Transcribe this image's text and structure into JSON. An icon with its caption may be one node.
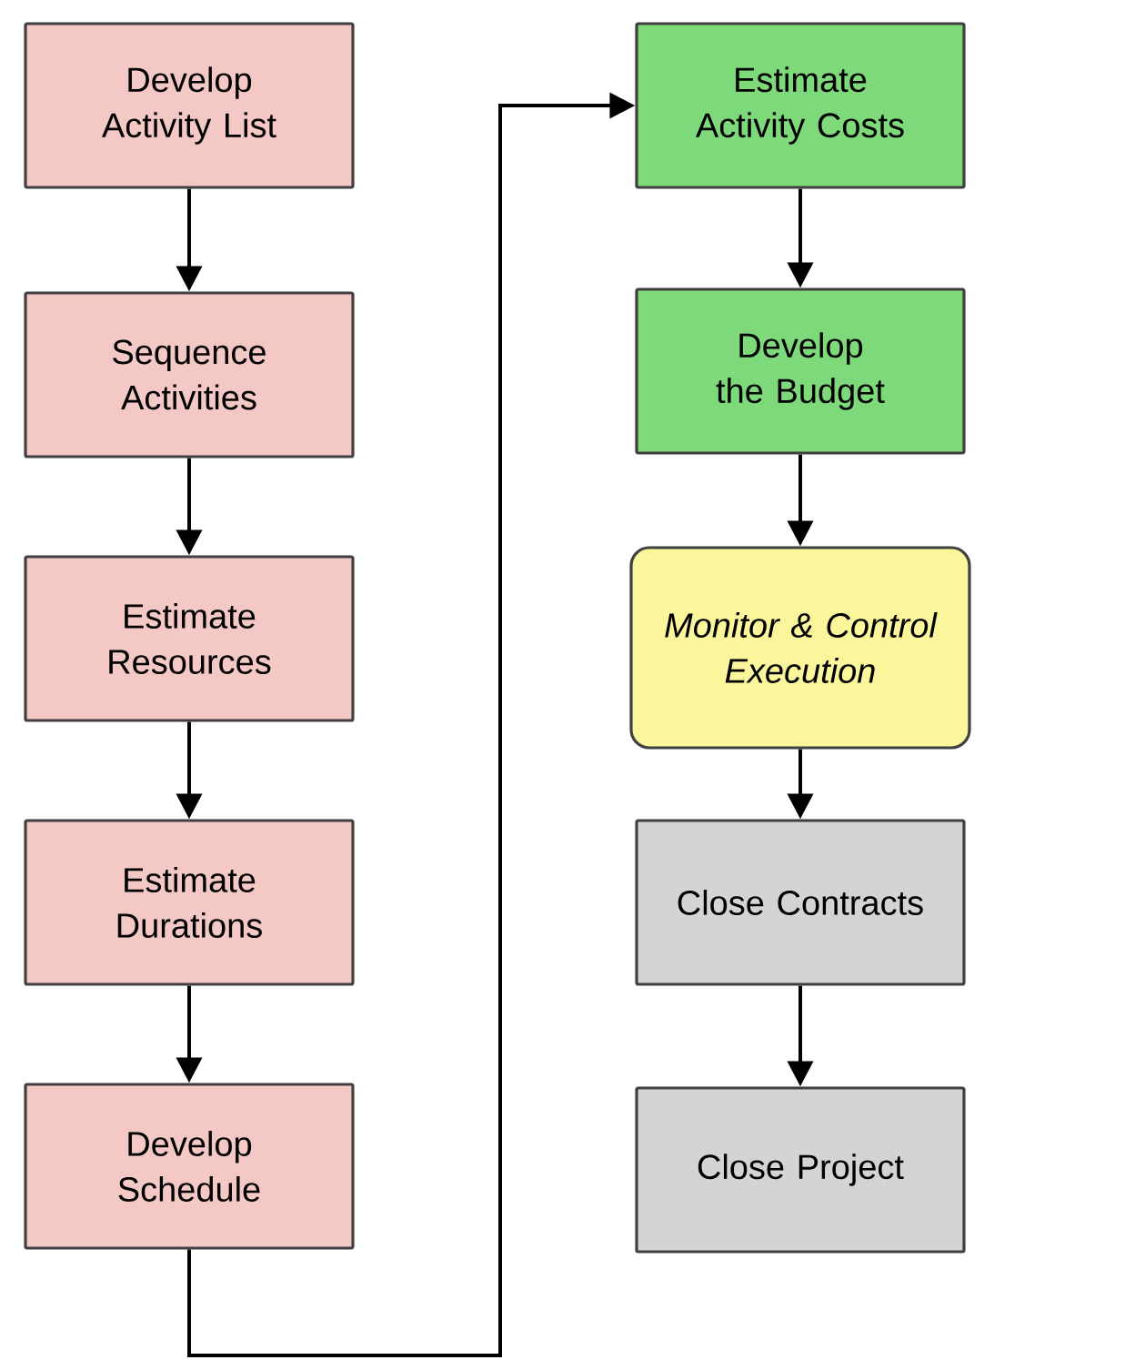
{
  "diagram": {
    "nodes": [
      {
        "text": [
          "Develop Activity List"
        ]
      },
      {
        "text": [
          "Sequence Activities"
        ]
      },
      {
        "text": [
          "Estimate Resources"
        ]
      },
      {
        "text": [
          "Estimate Durations"
        ]
      },
      {
        "text": [
          "Develop Schedule"
        ]
      },
      {
        "text": [
          "Estimate Activity Costs"
        ]
      },
      {
        "text": [
          "Develop the Budget"
        ]
      },
      {
        "text": [
          "Monitor & Control Execution"
        ]
      },
      {
        "text": [
          "Close Contracts"
        ]
      },
      {
        "text": [
          "Close Project"
        ]
      }
    ],
    "edges": [
      {
        "from": 0,
        "to": 1,
        "arrow": "to"
      },
      {
        "from": 1,
        "to": 2,
        "arrow": "to"
      },
      {
        "from": 2,
        "to": 3,
        "arrow": "to"
      },
      {
        "from": 3,
        "to": 4,
        "arrow": "to"
      },
      {
        "from": 4,
        "to": 5,
        "arrow": "to"
      },
      {
        "from": 5,
        "to": 6,
        "arrow": "to"
      },
      {
        "from": 6,
        "to": 7,
        "arrow": "to"
      },
      {
        "from": 7,
        "to": 8,
        "arrow": "to"
      },
      {
        "from": 8,
        "to": 9,
        "arrow": "to"
      }
    ]
  }
}
